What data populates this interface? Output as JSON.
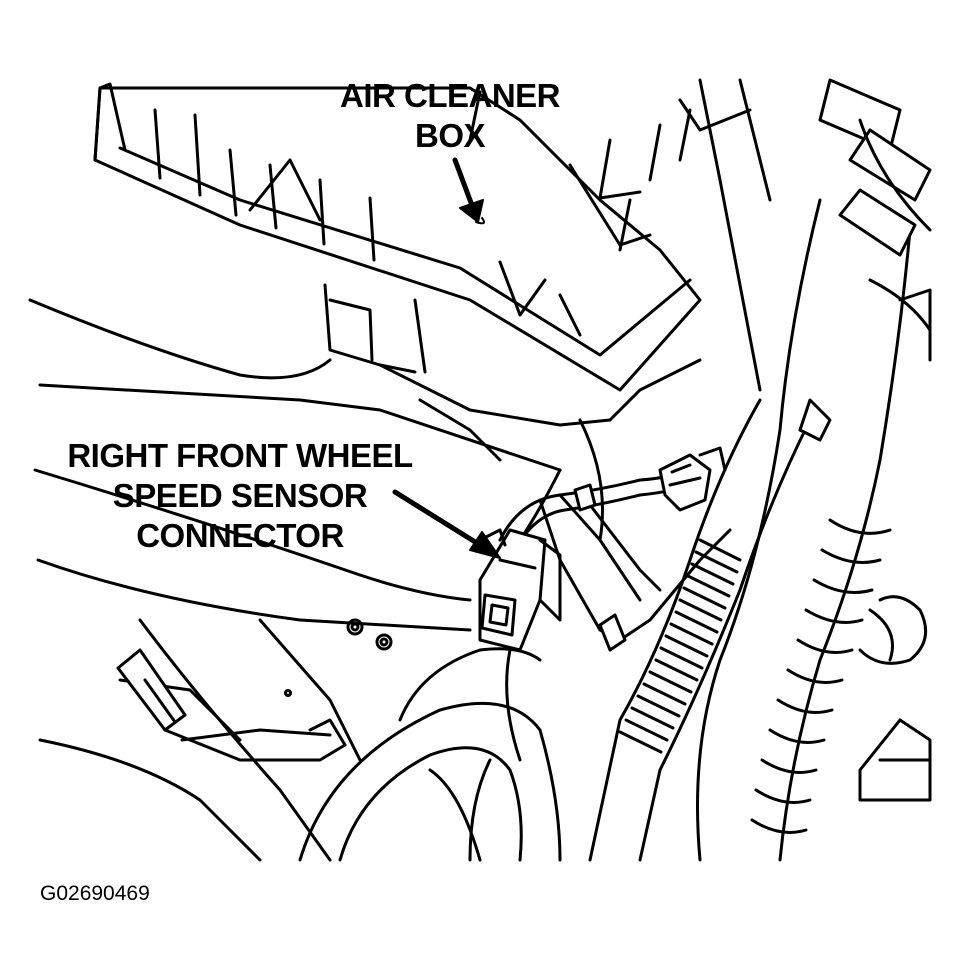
{
  "labels": {
    "air_cleaner": [
      "AIR CLEANER",
      "BOX"
    ],
    "wheel_speed_sensor": [
      "RIGHT FRONT WHEEL",
      "SPEED SENSOR",
      "CONNECTOR"
    ]
  },
  "figure_id": "G02690469",
  "colors": {
    "ink": "#000000",
    "paper": "#ffffff"
  }
}
